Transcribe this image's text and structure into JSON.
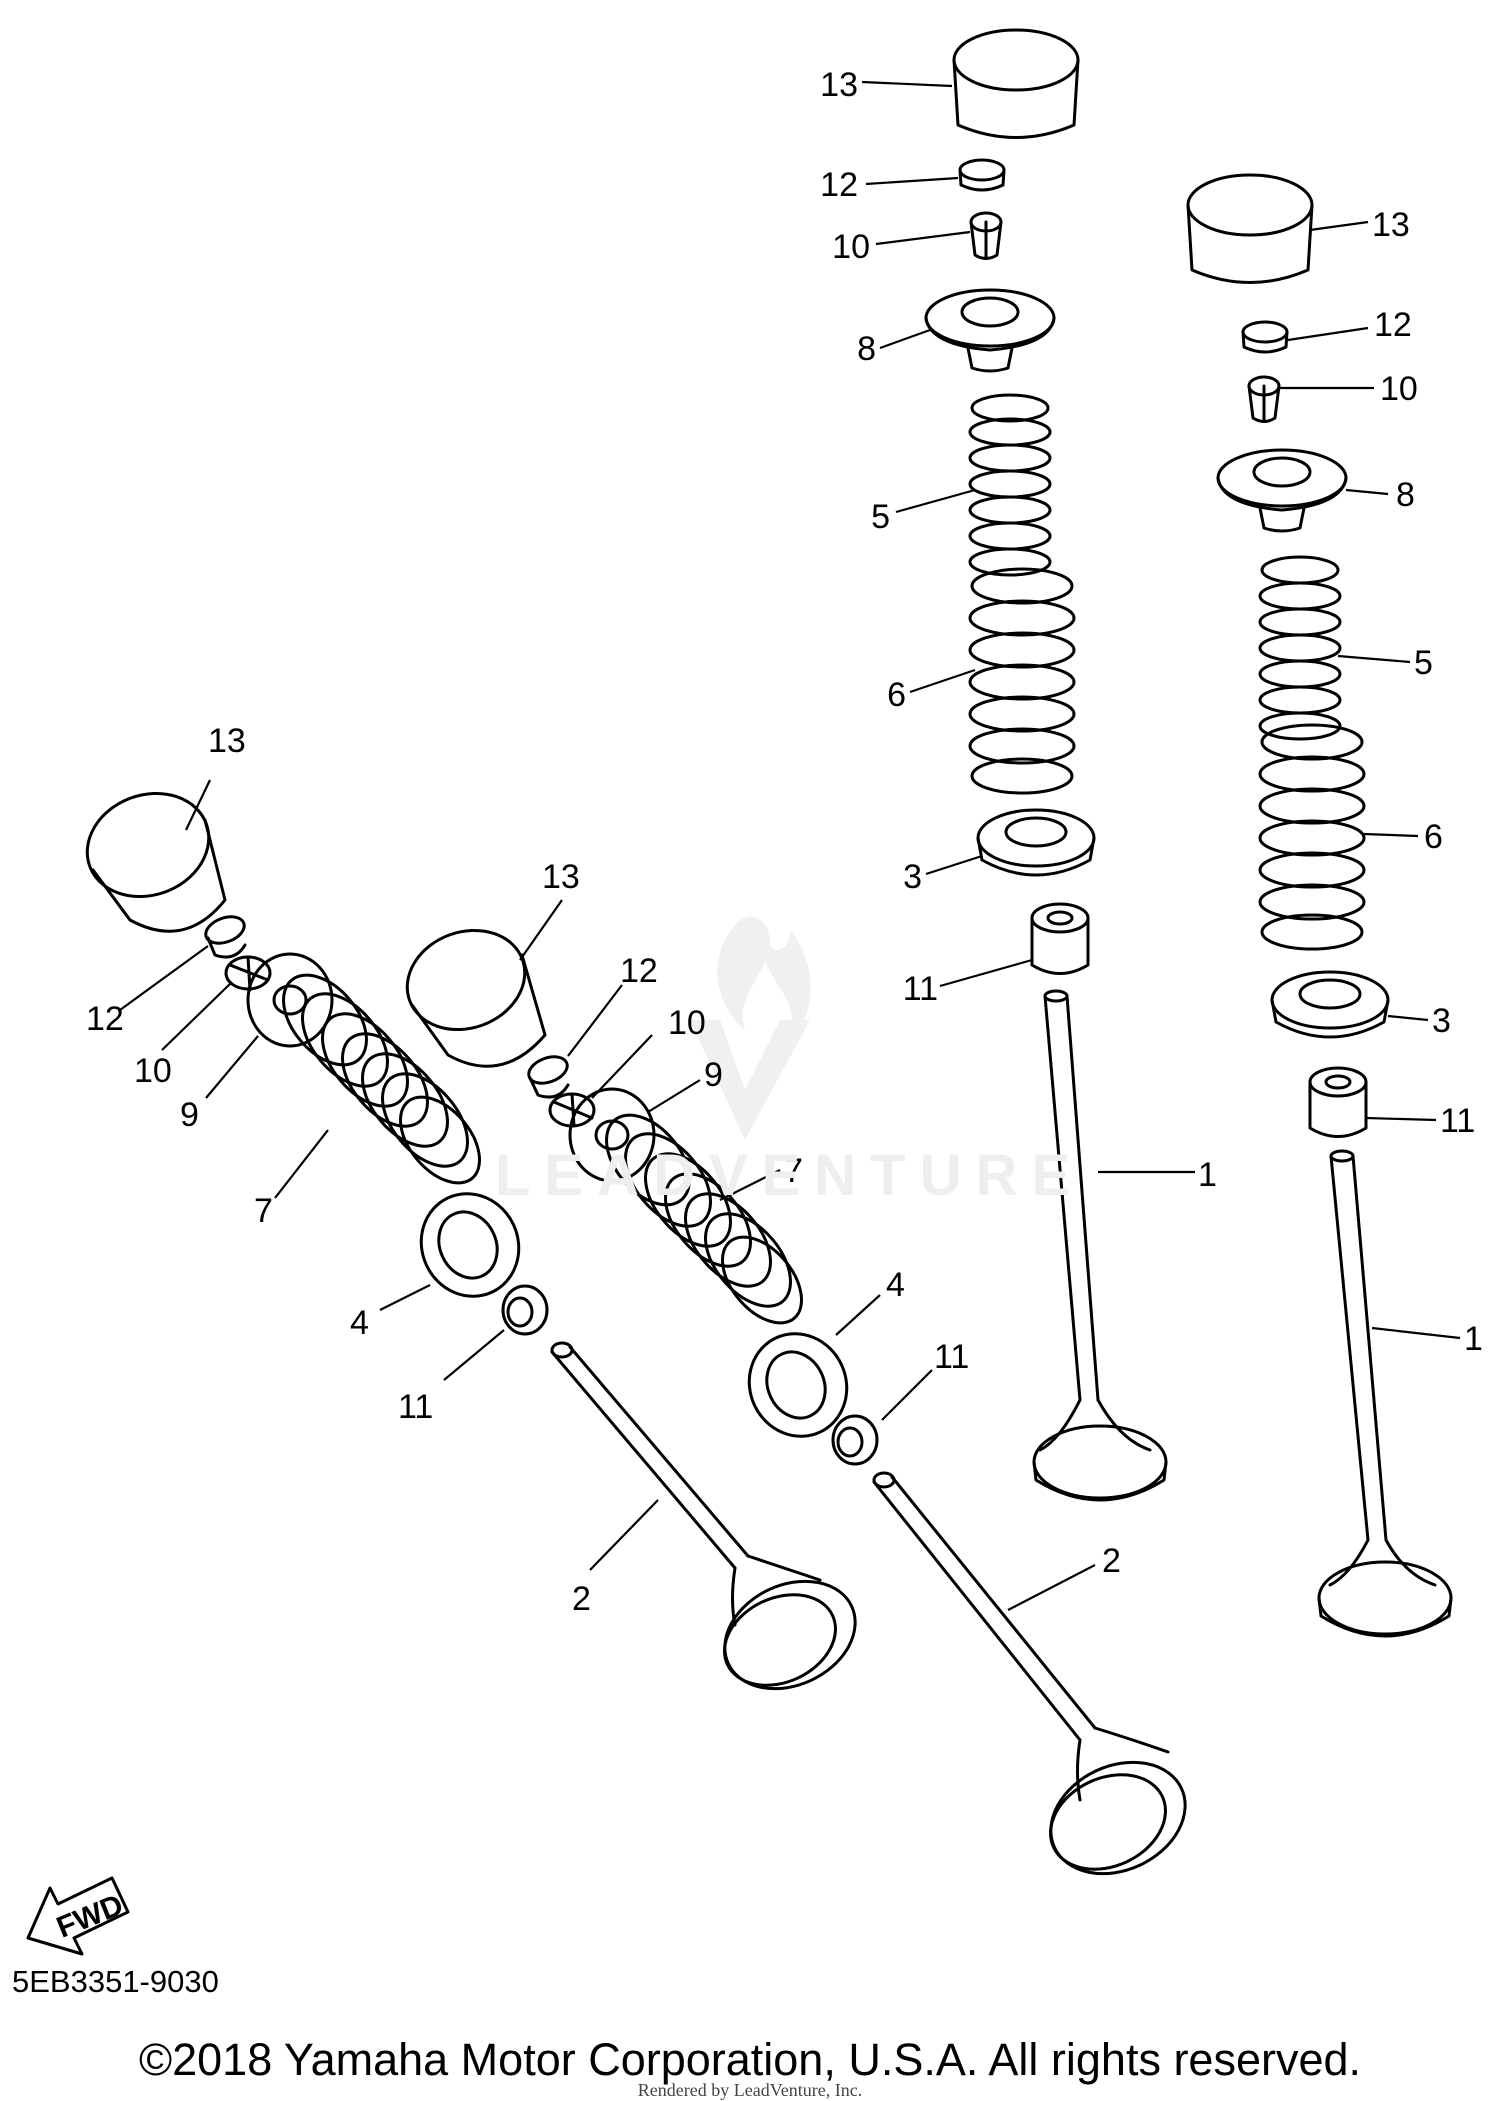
{
  "callouts": [
    {
      "number": "13",
      "group": "right-valve-a"
    },
    {
      "number": "12",
      "group": "right-valve-a"
    },
    {
      "number": "10",
      "group": "right-valve-a"
    },
    {
      "number": "8",
      "group": "right-valve-a"
    },
    {
      "number": "5",
      "group": "right-valve-a"
    },
    {
      "number": "6",
      "group": "right-valve-a"
    },
    {
      "number": "3",
      "group": "right-valve-a"
    },
    {
      "number": "11",
      "group": "right-valve-a"
    },
    {
      "number": "1",
      "group": "right-valve-a"
    },
    {
      "number": "13",
      "group": "right-valve-b"
    },
    {
      "number": "12",
      "group": "right-valve-b"
    },
    {
      "number": "10",
      "group": "right-valve-b"
    },
    {
      "number": "8",
      "group": "right-valve-b"
    },
    {
      "number": "5",
      "group": "right-valve-b"
    },
    {
      "number": "6",
      "group": "right-valve-b"
    },
    {
      "number": "3",
      "group": "right-valve-b"
    },
    {
      "number": "11",
      "group": "right-valve-b"
    },
    {
      "number": "1",
      "group": "right-valve-b"
    },
    {
      "number": "13",
      "group": "left-valve-a"
    },
    {
      "number": "12",
      "group": "left-valve-a"
    },
    {
      "number": "10",
      "group": "left-valve-a"
    },
    {
      "number": "9",
      "group": "left-valve-a"
    },
    {
      "number": "7",
      "group": "left-valve-a"
    },
    {
      "number": "4",
      "group": "left-valve-a"
    },
    {
      "number": "11",
      "group": "left-valve-a"
    },
    {
      "number": "2",
      "group": "left-valve-a"
    },
    {
      "number": "13",
      "group": "left-valve-b"
    },
    {
      "number": "12",
      "group": "left-valve-b"
    },
    {
      "number": "10",
      "group": "left-valve-b"
    },
    {
      "number": "9",
      "group": "left-valve-b"
    },
    {
      "number": "7",
      "group": "left-valve-b"
    },
    {
      "number": "4",
      "group": "left-valve-b"
    },
    {
      "number": "11",
      "group": "left-valve-b"
    },
    {
      "number": "2",
      "group": "left-valve-b"
    }
  ],
  "fwd_label": "FWD",
  "diagram_code": "5EB3351-9030",
  "copyright": "©2018 Yamaha Motor Corporation, U.S.A. All rights reserved.",
  "rendered_by": "Rendered by LeadVenture, Inc.",
  "watermark": "LEADVENTURE",
  "colors": {
    "ink": "#000000",
    "background": "#ffffff",
    "watermark": "#eeeeee"
  }
}
